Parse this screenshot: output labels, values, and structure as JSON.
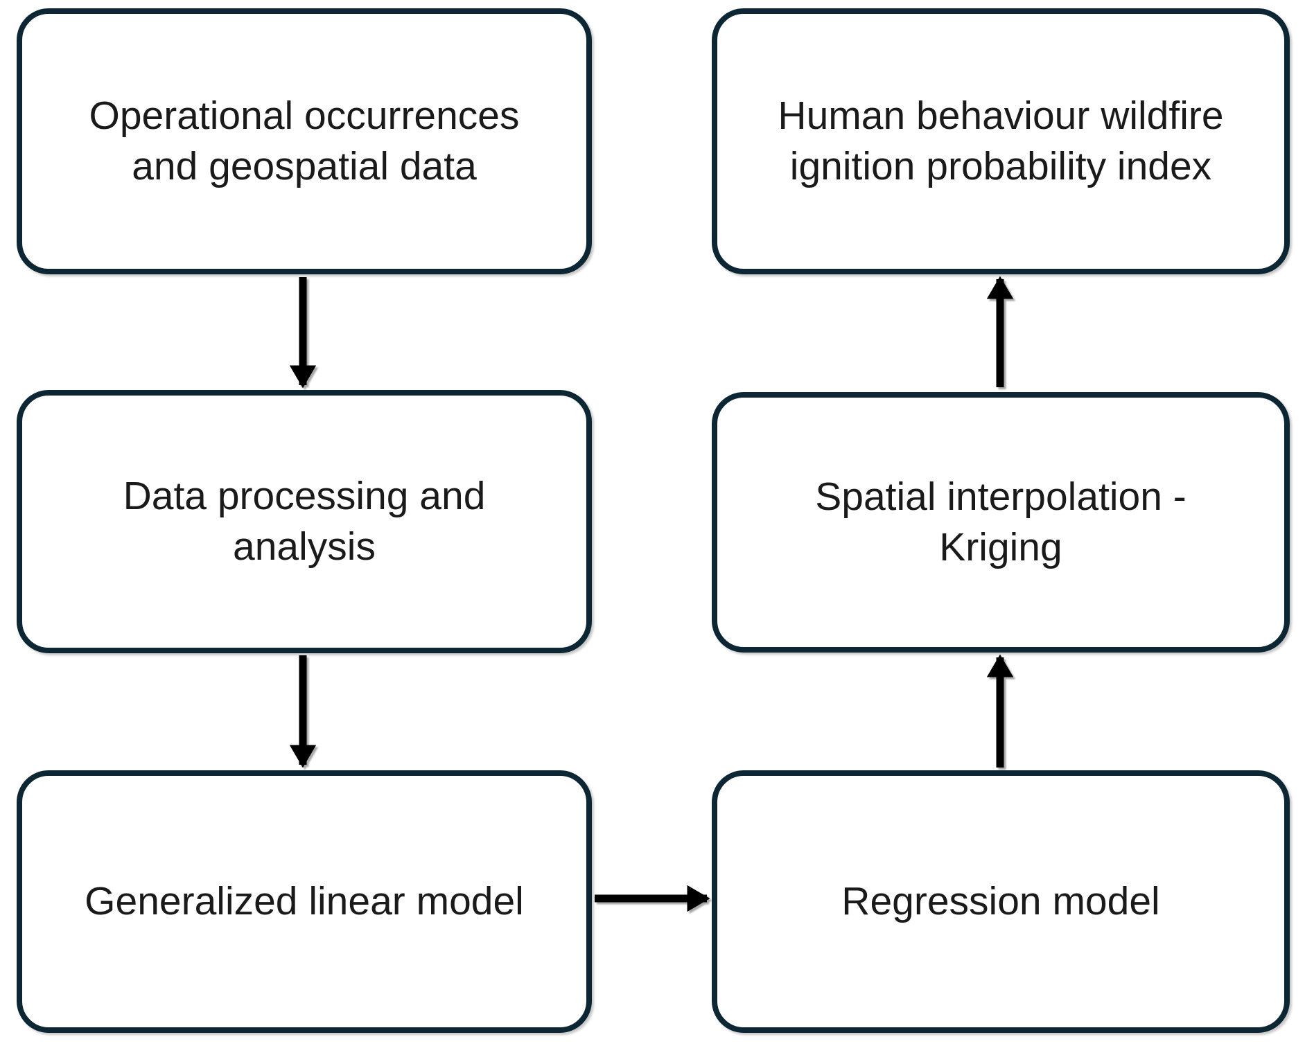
{
  "diagram": {
    "nodes": [
      {
        "id": "operational-occurrences",
        "label": "Operational occurrences\nand geospatial data"
      },
      {
        "id": "data-processing",
        "label": "Data processing and\nanalysis"
      },
      {
        "id": "generalized-linear-model",
        "label": "Generalized linear model"
      },
      {
        "id": "human-behaviour-index",
        "label": "Human behaviour wildfire\nignition probability index"
      },
      {
        "id": "spatial-interpolation-kriging",
        "label": "Spatial interpolation -\nKriging"
      },
      {
        "id": "regression-model",
        "label": "Regression model"
      }
    ],
    "edges": [
      {
        "from": "operational-occurrences",
        "to": "data-processing",
        "direction": "down"
      },
      {
        "from": "data-processing",
        "to": "generalized-linear-model",
        "direction": "down"
      },
      {
        "from": "generalized-linear-model",
        "to": "regression-model",
        "direction": "right"
      },
      {
        "from": "regression-model",
        "to": "spatial-interpolation-kriging",
        "direction": "up"
      },
      {
        "from": "spatial-interpolation-kriging",
        "to": "human-behaviour-index",
        "direction": "up"
      }
    ],
    "colors": {
      "box_border": "#0d2633",
      "box_fill": "#ffffff",
      "arrow": "#000000",
      "text": "#1a1a1a",
      "background": "#ffffff"
    }
  }
}
